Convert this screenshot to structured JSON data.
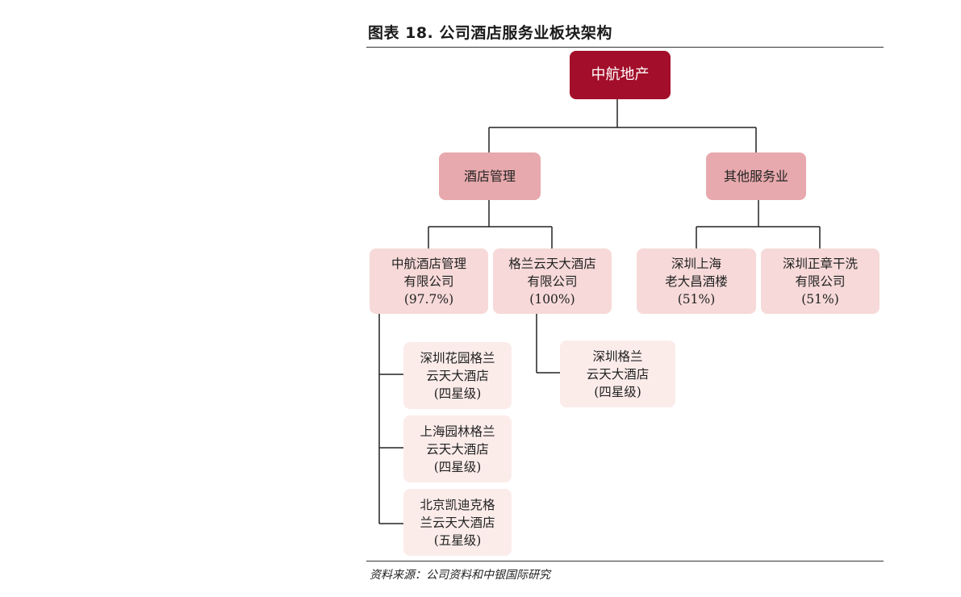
{
  "title": "图表 18. 公司酒店服务业板块架构",
  "root": {
    "label": "中航地产"
  },
  "segments": [
    {
      "label": "酒店管理"
    },
    {
      "label": "其他服务业"
    }
  ],
  "subsidiaries": [
    {
      "line1": "中航酒店管理",
      "line2": "有限公司",
      "share": "(97.7%)"
    },
    {
      "line1": "格兰云天大酒店",
      "line2": "有限公司",
      "share": "(100%)"
    },
    {
      "line1": "深圳上海",
      "line2": "老大昌酒楼",
      "share": "(51%)"
    },
    {
      "line1": "深圳正章干洗",
      "line2": "有限公司",
      "share": "(51%)"
    }
  ],
  "hotels": [
    {
      "line1": "深圳花园格兰",
      "line2": "云天大酒店",
      "rating": "(四星级)"
    },
    {
      "line1": "上海园林格兰",
      "line2": "云天大酒店",
      "rating": "(四星级)"
    },
    {
      "line1": "北京凯迪克格",
      "line2": "兰云天大酒店",
      "rating": "(五星级)"
    },
    {
      "line1": "深圳格兰",
      "line2": "云天大酒店",
      "rating": "(四星级)"
    }
  ],
  "source": "资料来源：公司资料和中银国际研究"
}
